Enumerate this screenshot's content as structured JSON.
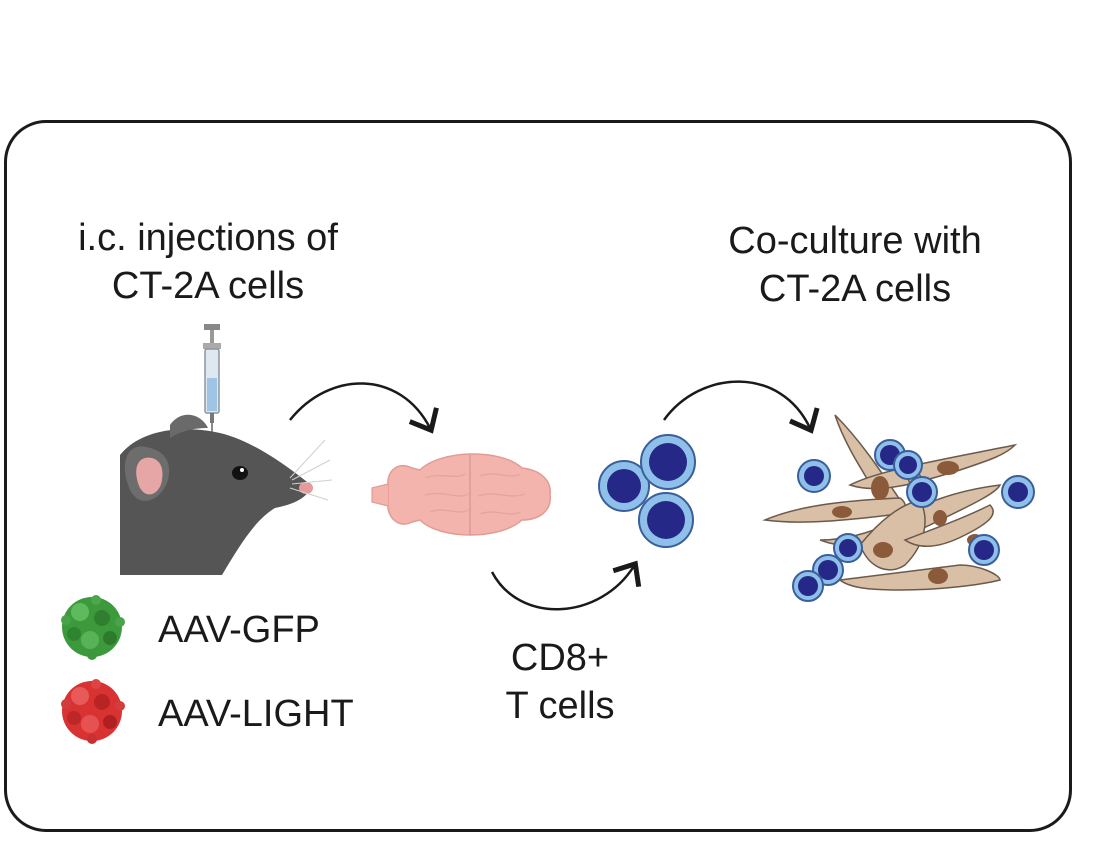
{
  "labels": {
    "injection_line1": "i.c. injections of",
    "injection_line2": "CT-2A cells",
    "coculture_line1": "Co-culture with",
    "coculture_line2": "CT-2A cells",
    "tcell_line1": "CD8+",
    "tcell_line2": "T cells"
  },
  "legend": [
    {
      "label": "AAV-GFP",
      "color": "#3c9a3c"
    },
    {
      "label": "AAV-LIGHT",
      "color": "#d83232"
    }
  ],
  "colors": {
    "mouse": "#555555",
    "brain": "#f2b4ad",
    "tcell_outer": "#8fc0ea",
    "tcell_nucleus": "#252887",
    "tumor_cell": "#d8bfa6",
    "tumor_nucleus": "#8b5a3a"
  }
}
